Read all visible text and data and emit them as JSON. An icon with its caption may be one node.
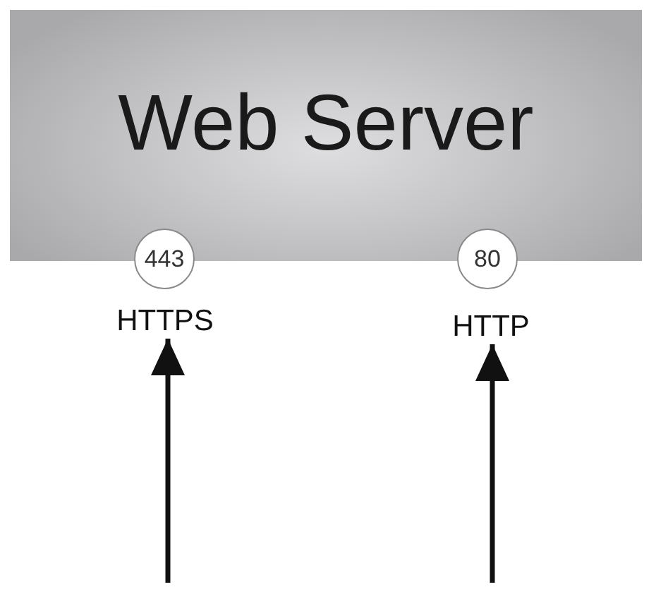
{
  "diagram": {
    "nodes": [
      {
        "text": [
          "Web Server"
        ]
      },
      {
        "text": [
          "443"
        ]
      },
      {
        "text": [
          "80"
        ]
      },
      {
        "text": [
          "HTTPS"
        ]
      },
      {
        "text": [
          "HTTP"
        ]
      }
    ],
    "edges": [
      {
        "from": null,
        "to": 3,
        "arrow": "to"
      },
      {
        "from": null,
        "to": 4,
        "arrow": "to"
      }
    ]
  }
}
